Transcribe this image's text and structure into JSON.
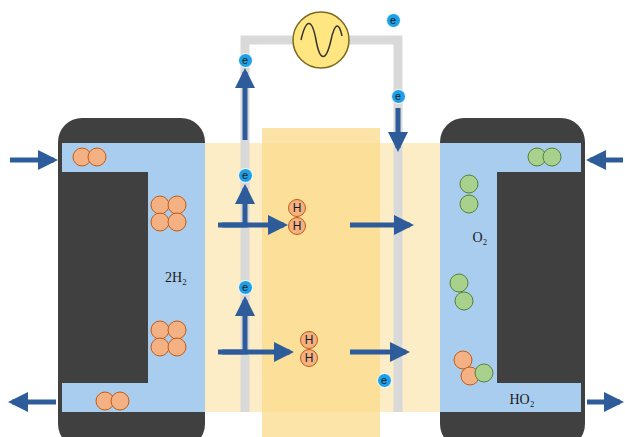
{
  "diagram": {
    "nodes": [
      {
        "text": [
          "2H₂"
        ]
      },
      {
        "text": [
          "O₂",
          "HO₂"
        ]
      },
      {
        "text": [
          "e"
        ]
      },
      {
        "text": [
          "e"
        ]
      },
      {
        "text": [
          "e"
        ]
      },
      {
        "text": [
          "e"
        ]
      },
      {
        "text": [
          "e"
        ]
      },
      {
        "text": [
          "e"
        ]
      },
      {
        "text": [
          "H"
        ]
      },
      {
        "text": [
          "H"
        ]
      },
      {
        "text": [
          "H"
        ]
      },
      {
        "text": [
          "H"
        ]
      }
    ]
  }
}
